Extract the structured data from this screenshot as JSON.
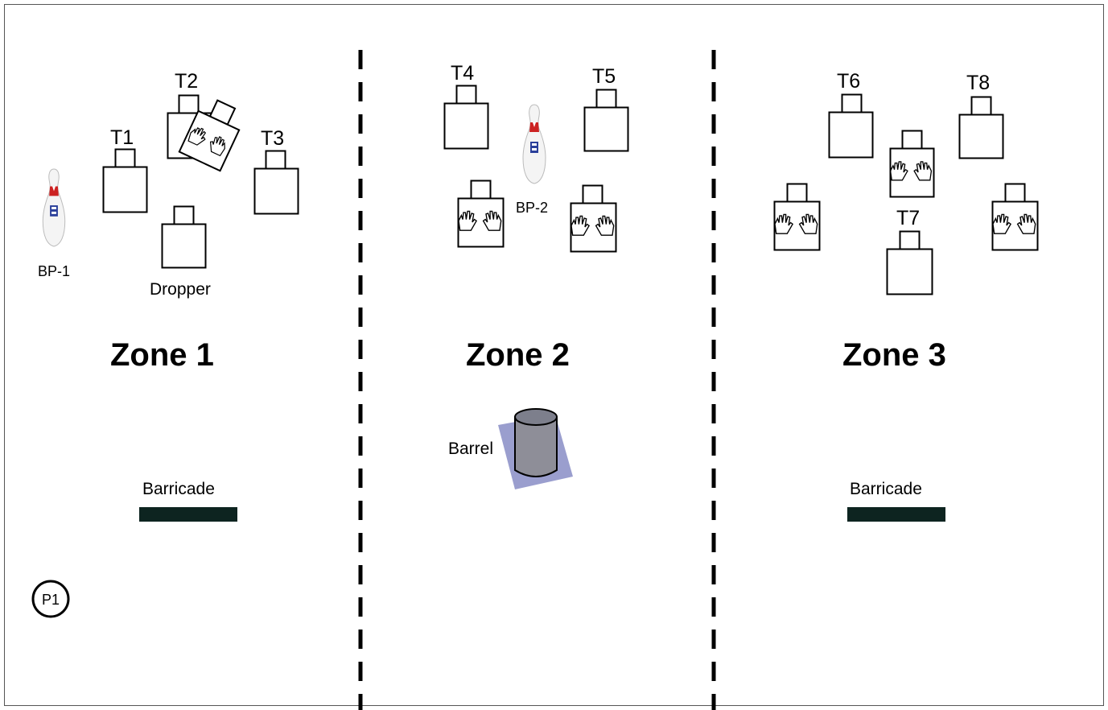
{
  "zones": [
    {
      "label": "Zone 1"
    },
    {
      "label": "Zone 2"
    },
    {
      "label": "Zone 3"
    }
  ],
  "targets": {
    "t1": "T1",
    "t2": "T2",
    "t3": "T3",
    "t4": "T4",
    "t5": "T5",
    "t6": "T6",
    "t7": "T7",
    "t8": "T8"
  },
  "labels": {
    "dropper": "Dropper",
    "bp1": "BP-1",
    "bp2": "BP-2",
    "barrel": "Barrel",
    "barricade_1": "Barricade",
    "barricade_3": "Barricade",
    "p1": "P1"
  },
  "colors": {
    "barricade": "#0d2420",
    "barrel": "#8f93c9",
    "outline": "#000000",
    "pin_red": "#cc2222"
  },
  "icons": {
    "target": "target-silhouette-icon",
    "no_shoot": "no-shoot-hands-icon",
    "pin": "bowling-pin-icon",
    "barrel": "barrel-icon"
  }
}
